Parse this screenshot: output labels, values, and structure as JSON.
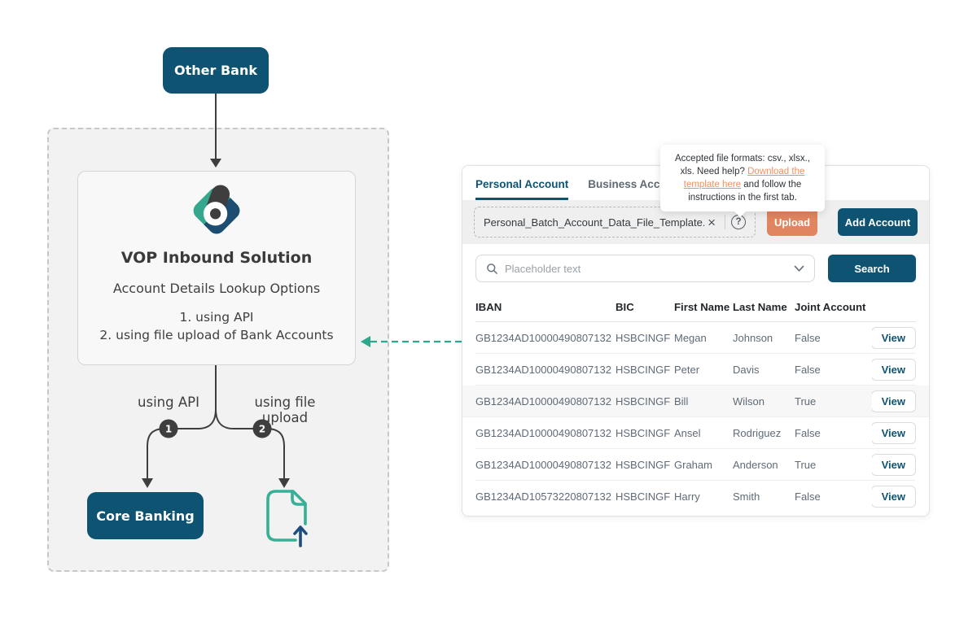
{
  "diagram": {
    "other_bank_label": "Other Bank",
    "core_banking_label": "Core Banking",
    "box": {
      "title": "VOP Inbound Solution",
      "subtitle": "Account Details Lookup Options",
      "option1": "1. using API",
      "option2": "2. using file upload of Bank Accounts"
    },
    "branch1_label": "using API",
    "branch2_label": "using file upload",
    "branch1_num": "1",
    "branch2_num": "2",
    "colors": {
      "dark_teal": "#0f5373",
      "teal_green": "#2ba98c",
      "navy": "#1d4d70",
      "charcoal": "#3e3e3e"
    }
  },
  "panel": {
    "tabs": [
      {
        "label": "Personal Account",
        "active": true
      },
      {
        "label": "Business Account",
        "active": false
      }
    ],
    "upload_bar": {
      "file_name": "Personal_Batch_Account_Data_File_Template.csv",
      "clear_icon": "×",
      "help_icon": "?",
      "upload_label": "Upload",
      "add_account_label": "Add Account"
    },
    "tooltip": {
      "text_before": "Accepted file formats: csv., xlsx., xls. Need help? ",
      "link_text": "Download the template here",
      "text_after": " and follow the instructions in the first tab."
    },
    "search": {
      "placeholder": "Placeholder text",
      "button_label": "Search"
    },
    "table": {
      "columns": [
        "IBAN",
        "BIC",
        "First Name",
        "Last Name",
        "Joint Account"
      ],
      "view_label": "View",
      "rows": [
        {
          "iban": "GB1234AD10000490807132",
          "bic": "HSBCINGF",
          "first_name": "Megan",
          "last_name": "Johnson",
          "joint_account": "False",
          "highlighted": false
        },
        {
          "iban": "GB1234AD10000490807132",
          "bic": "HSBCINGF",
          "first_name": "Peter",
          "last_name": "Davis",
          "joint_account": "False",
          "highlighted": false
        },
        {
          "iban": "GB1234AD10000490807132",
          "bic": "HSBCINGF",
          "first_name": "Bill",
          "last_name": "Wilson",
          "joint_account": "True",
          "highlighted": true
        },
        {
          "iban": "GB1234AD10000490807132",
          "bic": "HSBCINGF",
          "first_name": "Ansel",
          "last_name": "Rodriguez",
          "joint_account": "False",
          "highlighted": false
        },
        {
          "iban": "GB1234AD10000490807132",
          "bic": "HSBCINGF",
          "first_name": "Graham",
          "last_name": "Anderson",
          "joint_account": "True",
          "highlighted": false
        },
        {
          "iban": "GB1234AD10573220807132",
          "bic": "HSBCINGF",
          "first_name": "Harry",
          "last_name": "Smith",
          "joint_account": "False",
          "highlighted": false
        }
      ]
    }
  }
}
